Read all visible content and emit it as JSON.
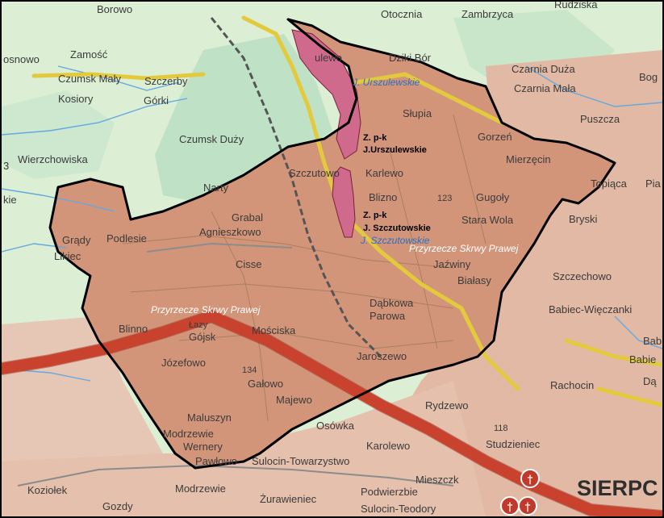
{
  "colors": {
    "background": "#dcefd5",
    "forest": "#bfe2c6",
    "area": "#d3957a",
    "reserve": "#d06a8c",
    "boundary": "#000000",
    "main_road": "#c8422e",
    "local_road": "#e3c93c"
  },
  "reserves": [
    {
      "line1": "Z. p-k",
      "line2": "J.Urszulewskie"
    },
    {
      "line1": "Z. p-k",
      "line2": "J. Szczutowskie"
    }
  ],
  "protected_area_label": "Przyrzecze Skrwy Prawej",
  "places": {
    "borowo": "Borowo",
    "osnowo": "osnowo",
    "zamosc": "Zamość",
    "czumsk_maly": "Czumsk Mały",
    "szczerby": "Szczerby",
    "kosiory": "Kosiory",
    "gorki": "Górki",
    "czumsk_duzy": "Czumsk Duży",
    "wierzchowiska": "Wierzchowiska",
    "n23": "3",
    "kie": "kie",
    "narty": "Narty",
    "podlesie": "Podlesie",
    "grady": "Grądy",
    "likiec": "Likiec",
    "agnieszkowo": "Agnieszkowo",
    "grabal": "Grabal",
    "cisse": "Cisse",
    "otocznia": "Otocznia",
    "zambrzyca": "Zambrzyca",
    "rudziska": "Rudziska",
    "urszulewo": "ulewo",
    "dziki_bor": "Dziki Bór",
    "j_urszulewskie": "J. Urszulewskie",
    "czarnia_duza": "Czarnia Duża",
    "czarnia_mala": "Czarnia Mała",
    "bog": "Bog",
    "slupia": "Słupia",
    "gorzen": "Gorzeń",
    "puszcza": "Puszcza",
    "szczutowo": "Szczutowo",
    "karlewo": "Karlewo",
    "mierzecin": "Mierzęcin",
    "topiaca": "Topiąca",
    "pia": "Pia",
    "blizno": "Blizno",
    "n123": "123",
    "gugoly": "Gugoły",
    "stara_wola": "Stara Wola",
    "bryski": "Bryski",
    "j_szczutowskie": "J. Szczutowskie",
    "jazwiny": "Jaźwiny",
    "bialasy": "Białasy",
    "szczechowo": "Szczechowo",
    "dabkowa_parowa_1": "Dąbkowa",
    "dabkowa_parowa_2": "Parowa",
    "babiec_wieczanki": "Babiec-Więczanki",
    "babiec": "Babi",
    "blinno": "Blinno",
    "lazy": "Łazy",
    "gojsk": "Gójsk",
    "mosciska": "Mościska",
    "jozefowo": "Józefowo",
    "n134": "134",
    "galowo": "Gałowo",
    "jaroszewo": "Jaroszewo",
    "babie": "Babie",
    "dab": "Dą",
    "rachocin": "Rachocin",
    "majewo": "Majewo",
    "maluszyn": "Maluszyn",
    "modrzewie": "Modrzewie",
    "wernery": "Wernery",
    "osowka": "Osówka",
    "rydzewo": "Rydzewo",
    "n118": "118",
    "karolewo": "Karolewo",
    "studzieniec": "Studzieniec",
    "pawlowo": "Pawłowo",
    "sulocin_towarzystwo": "Sulocin-Towarzystwo",
    "mieszczk": "Mieszczk",
    "koziolek": "Koziołek",
    "gozdy": "Gozdy",
    "modrzewie2": "Modrzewie",
    "zurawieniec": "Żurawieniec",
    "podwierzbie": "Podwierzbie",
    "sulocin_teodory": "Sulocin-Teodory",
    "sierpc": "SIERPC"
  }
}
